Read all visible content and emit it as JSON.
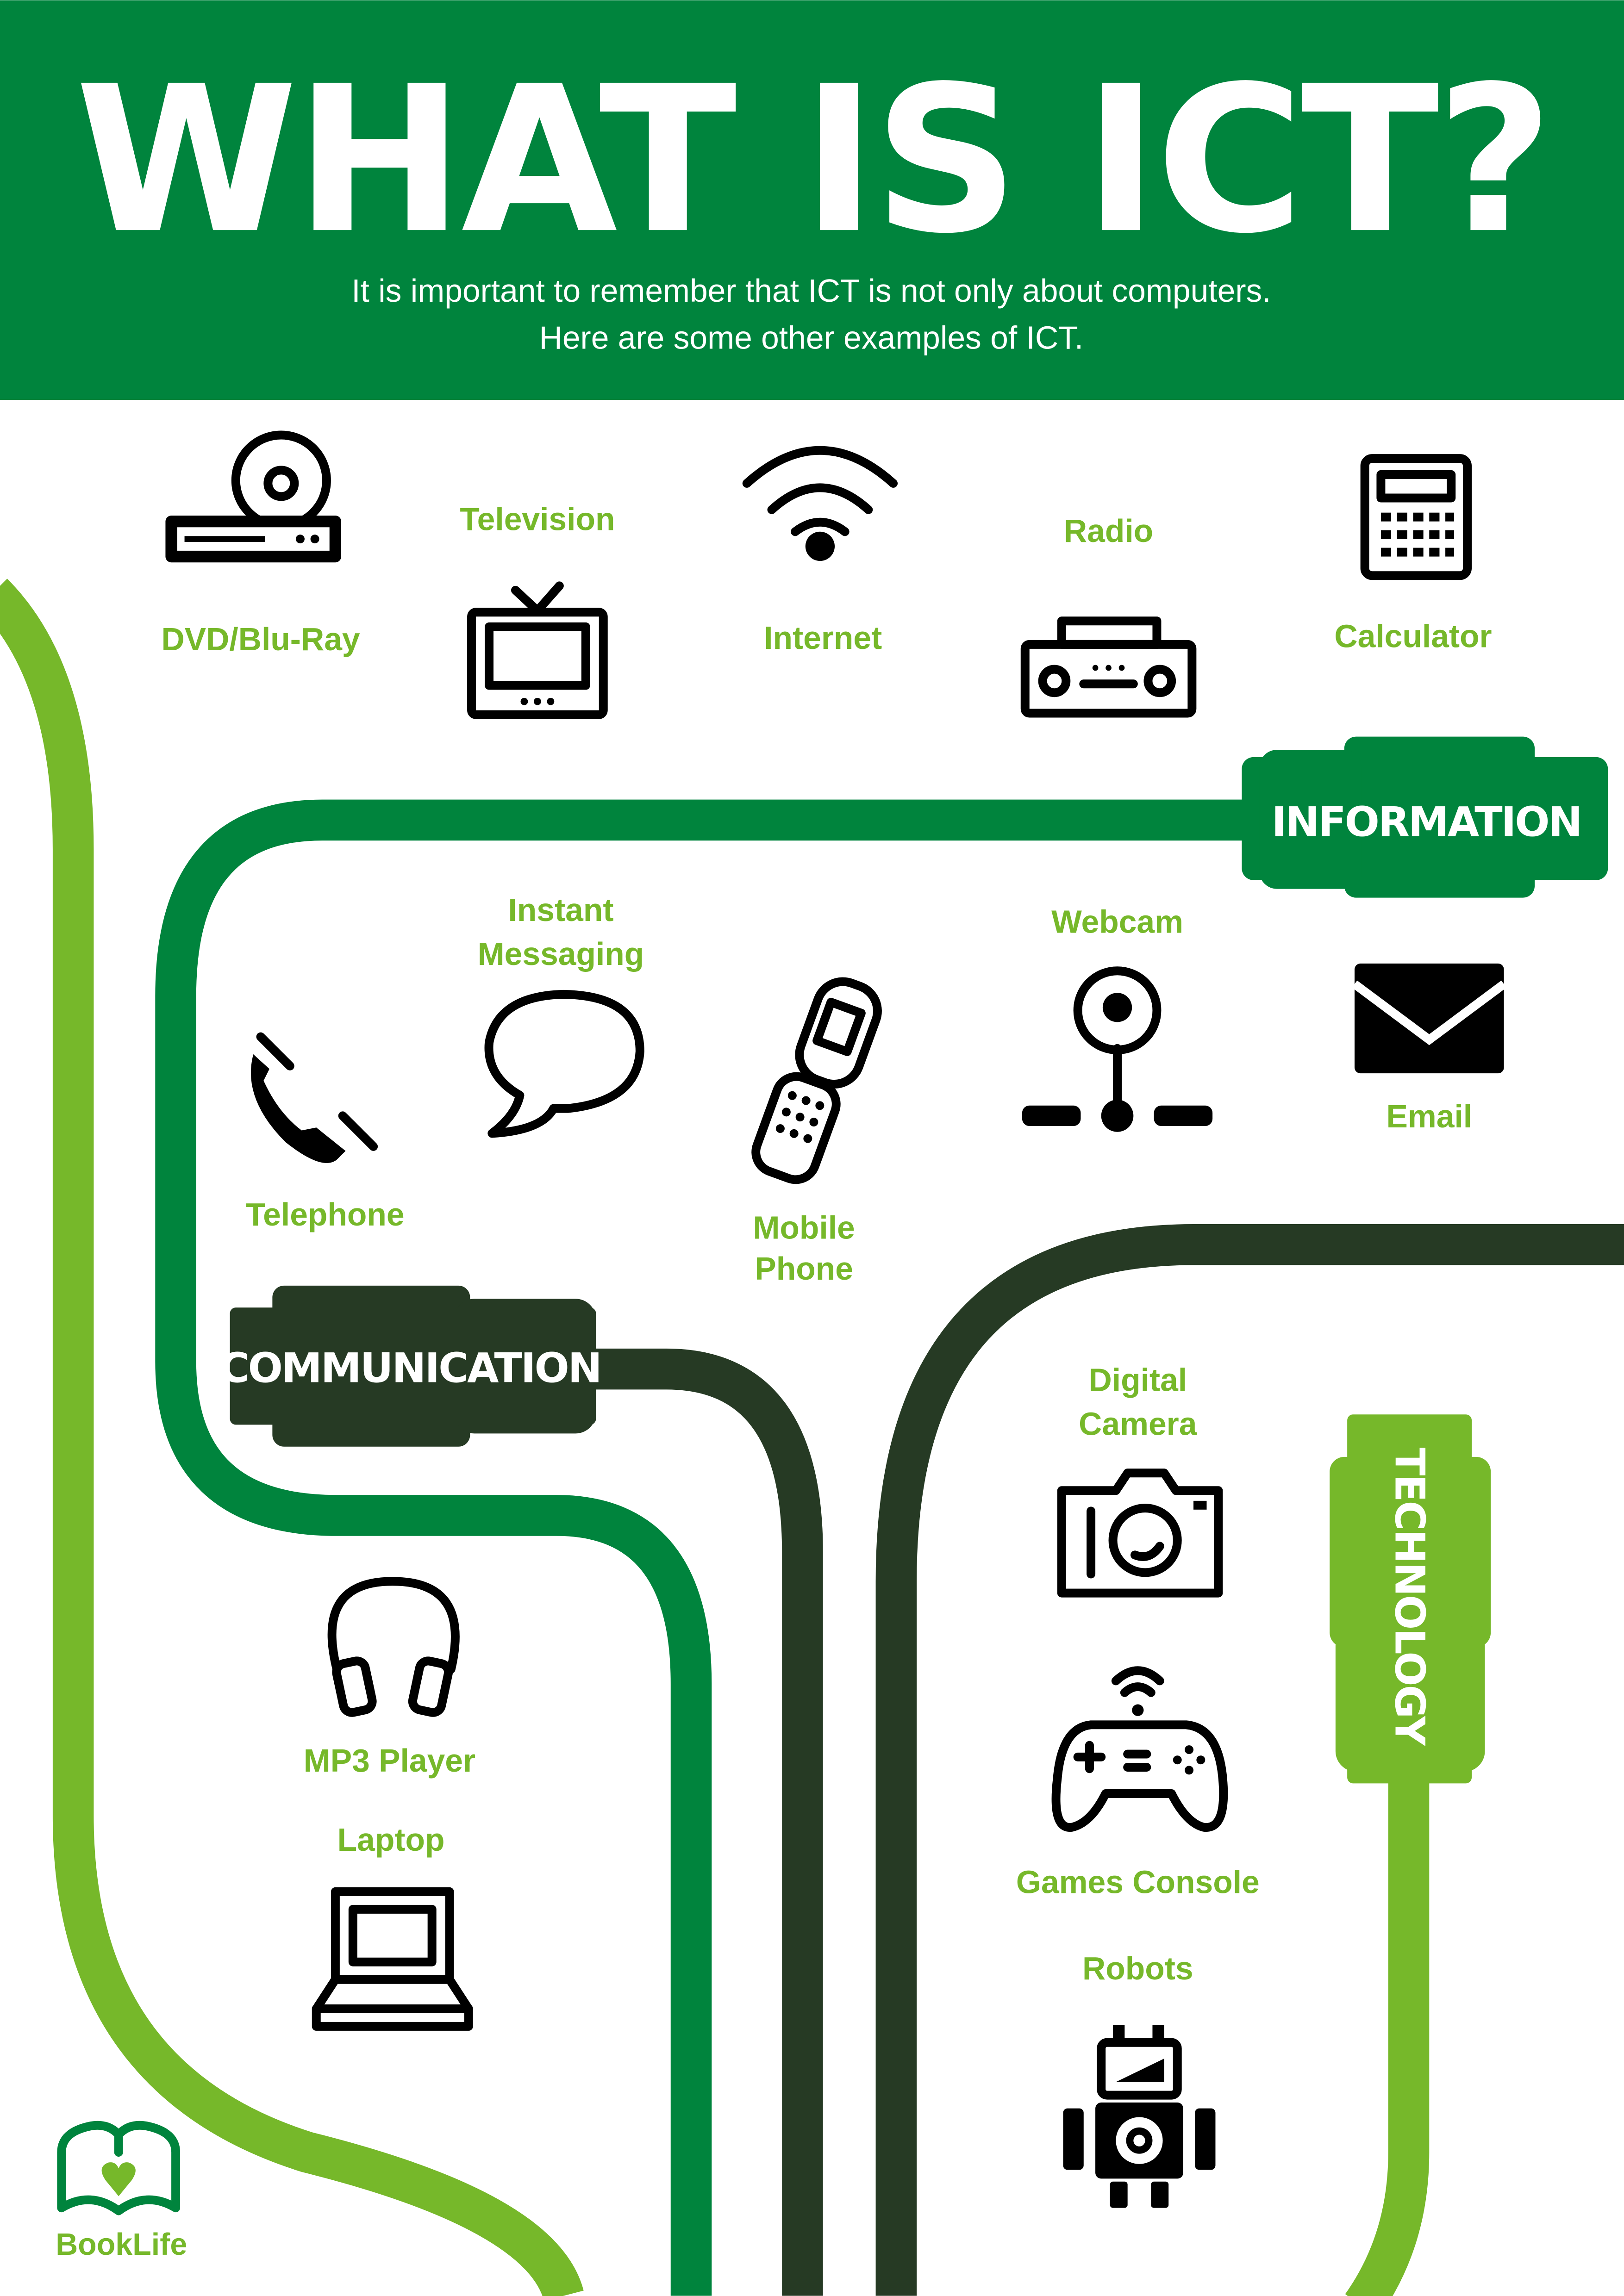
{
  "header": {
    "title": "WHAT IS ICT?",
    "subtitle_line1": "It is important to remember that ICT is not only about computers.",
    "subtitle_line2": "Here are some other examples of ICT."
  },
  "colors": {
    "dark_green": "#00843d",
    "light_green": "#76b82a",
    "dark_cable": "#263a24",
    "icon": "#000000"
  },
  "plugs": {
    "information": "INFORMATION",
    "communication": "COMMUNICATION",
    "technology": "TECHNOLOGY"
  },
  "items": {
    "dvd": {
      "label": "DVD/Blu-Ray",
      "icon": "dvd-player-icon"
    },
    "television": {
      "label": "Television",
      "icon": "television-icon"
    },
    "internet": {
      "label": "Internet",
      "icon": "wifi-icon"
    },
    "radio": {
      "label": "Radio",
      "icon": "radio-icon"
    },
    "calculator": {
      "label": "Calculator",
      "icon": "calculator-icon"
    },
    "telephone": {
      "label": "Telephone",
      "icon": "telephone-icon"
    },
    "instant_messaging": {
      "label_line1": "Instant",
      "label_line2": "Messaging",
      "icon": "speech-bubble-icon"
    },
    "mobile_phone": {
      "label_line1": "Mobile",
      "label_line2": "Phone",
      "icon": "mobile-phone-icon"
    },
    "webcam": {
      "label": "Webcam",
      "icon": "webcam-icon"
    },
    "email": {
      "label": "Email",
      "icon": "envelope-icon"
    },
    "digital_camera": {
      "label_line1": "Digital",
      "label_line2": "Camera",
      "icon": "camera-icon"
    },
    "games_console": {
      "label": "Games Console",
      "icon": "gamepad-icon"
    },
    "robots": {
      "label": "Robots",
      "icon": "robot-icon"
    },
    "mp3_player": {
      "label": "MP3 Player",
      "icon": "headphones-icon"
    },
    "laptop": {
      "label": "Laptop",
      "icon": "laptop-icon"
    }
  },
  "logo": {
    "text": "BookLife"
  }
}
